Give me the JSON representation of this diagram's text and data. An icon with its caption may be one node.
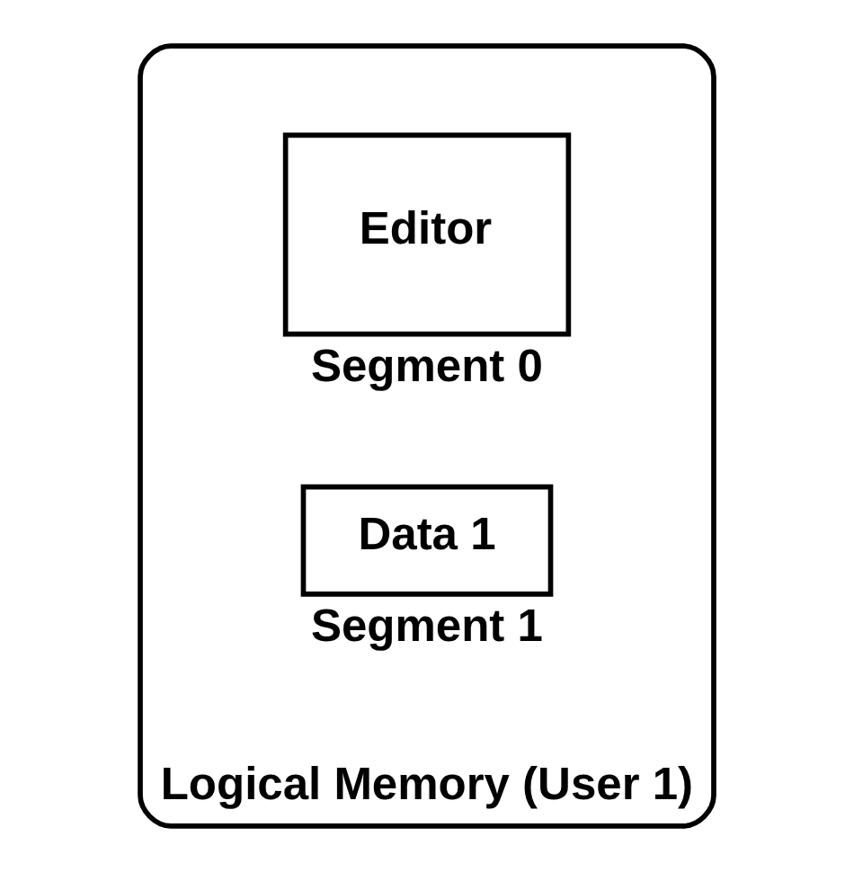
{
  "diagram": {
    "nodes": [
      {
        "text": [
          "Logical Memory (User 1)"
        ]
      },
      {
        "text": [
          "Editor"
        ],
        "beside": [
          "Segment 0"
        ],
        "in": 0
      },
      {
        "text": [
          "Data 1"
        ],
        "beside": [
          "Segment 1"
        ],
        "in": 0
      }
    ],
    "edges": []
  }
}
